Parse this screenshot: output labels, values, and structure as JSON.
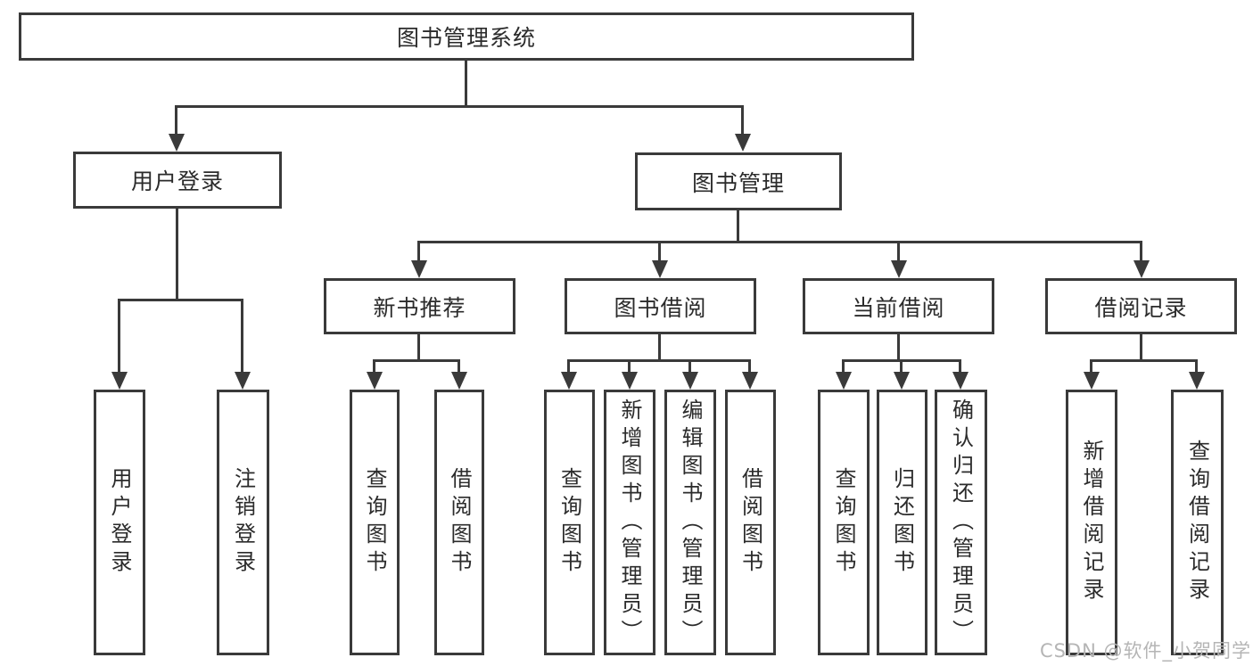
{
  "tree": {
    "root": {
      "label": "图书管理系统",
      "children": [
        {
          "label": "用户登录",
          "children": [
            {
              "label": "用户登录"
            },
            {
              "label": "注销登录"
            }
          ]
        },
        {
          "label": "图书管理",
          "children": [
            {
              "label": "新书推荐",
              "children": [
                {
                  "label": "查询图书"
                },
                {
                  "label": "借阅图书"
                }
              ]
            },
            {
              "label": "图书借阅",
              "children": [
                {
                  "label": "查询图书"
                },
                {
                  "label": "新增图书（管理员）"
                },
                {
                  "label": "编辑图书（管理员）"
                },
                {
                  "label": "借阅图书"
                }
              ]
            },
            {
              "label": "当前借阅",
              "children": [
                {
                  "label": "查询图书"
                },
                {
                  "label": "归还图书"
                },
                {
                  "label": "确认归还（管理员）"
                }
              ]
            },
            {
              "label": "借阅记录",
              "children": [
                {
                  "label": "新增借阅记录"
                },
                {
                  "label": "查询借阅记录"
                }
              ]
            }
          ]
        }
      ]
    }
  },
  "watermark": {
    "text": "CSDN @软件_小贺同学"
  },
  "colors": {
    "background": "#ffffff",
    "line": "#3a3a3a",
    "box_border": "#3a3a3a",
    "box_fill": "#ffffff",
    "text": "#2b2b2b",
    "watermark": "#b5b5b5"
  }
}
